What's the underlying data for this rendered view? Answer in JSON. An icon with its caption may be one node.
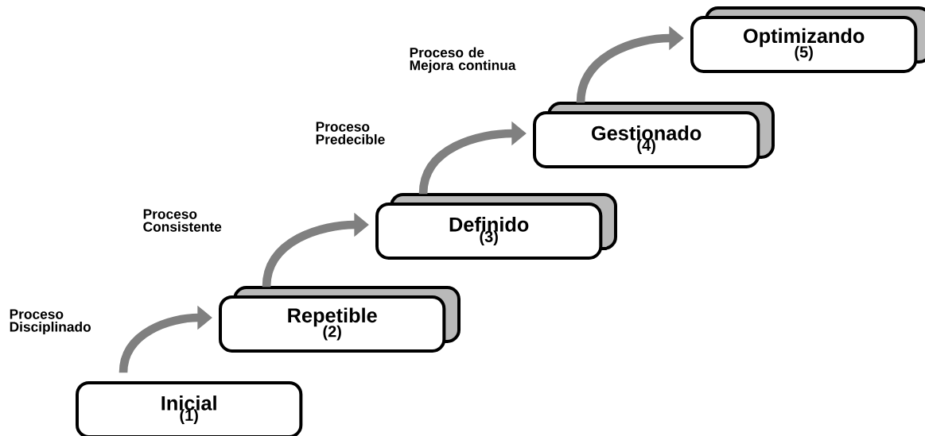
{
  "diagram": {
    "nodes": [
      {
        "text": [
          "Inicial",
          "(1)"
        ]
      },
      {
        "text": [
          "Repetible",
          "(2)"
        ]
      },
      {
        "text": [
          "Definido",
          "(3)"
        ]
      },
      {
        "text": [
          "Gestionado",
          "(4)"
        ]
      },
      {
        "text": [
          "Optimizando",
          "(5)"
        ]
      }
    ],
    "edges": [
      {
        "from": 0,
        "to": 1,
        "arrow": "to",
        "label": "Proceso Disciplinado"
      },
      {
        "from": 1,
        "to": 2,
        "arrow": "to",
        "label": "Proceso Consistente"
      },
      {
        "from": 2,
        "to": 3,
        "arrow": "to",
        "label": "Proceso Predecible"
      },
      {
        "from": 3,
        "to": 4,
        "arrow": "to",
        "label": "Proceso de Mejora continua"
      }
    ]
  }
}
